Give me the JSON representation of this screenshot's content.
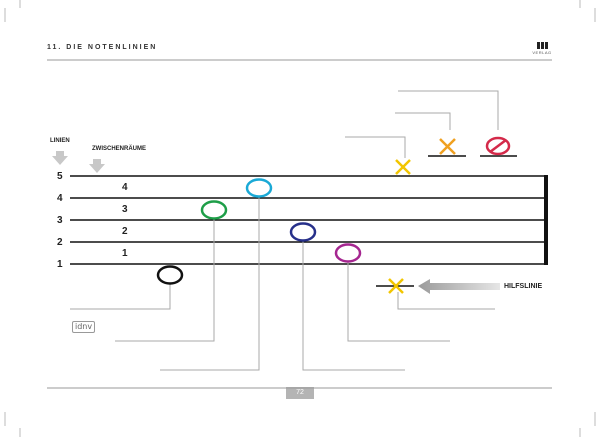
{
  "header": {
    "title": "11. DIE NOTENLINIEN",
    "logo_text": "VERLAG"
  },
  "staff": {
    "lines_label": "LINIEN",
    "spaces_label": "ZWISCHENRÄUME",
    "line_numbers": [
      "5",
      "4",
      "3",
      "2",
      "1"
    ],
    "space_numbers": [
      "4",
      "3",
      "2",
      "1"
    ]
  },
  "hilfslinie_label": "HILFSLINIE",
  "brand": "idnv",
  "footer": {
    "page_number": "72"
  },
  "colors": {
    "black_note": "#111111",
    "green_note": "#1e9e48",
    "cyan_note": "#1aa9d6",
    "navy_note": "#27308a",
    "magenta_note": "#a52690",
    "yellow_x": "#f2c500",
    "orange_x": "#f0a020",
    "crossed_circle": "#d42a4a"
  }
}
